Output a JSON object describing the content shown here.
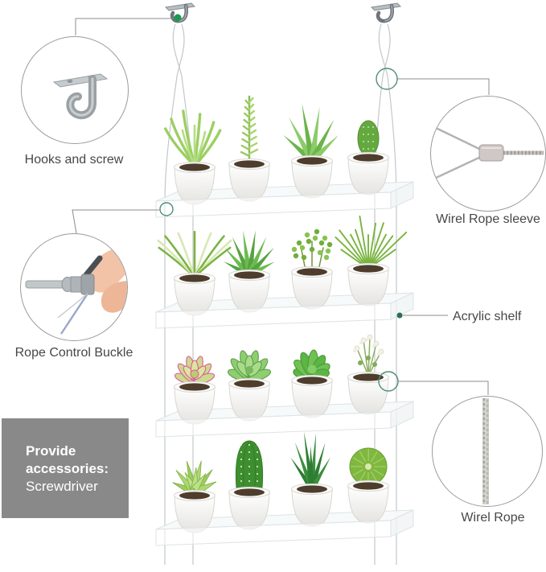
{
  "product": {
    "name": "hanging acrylic plant shelf, 4 tiers, 16 potted succulents",
    "tiers": [
      {
        "plants": [
          "feather-succulent",
          "pine-succulent",
          "aloe",
          "small-cactus"
        ]
      },
      {
        "plants": [
          "spider-plant",
          "agave-rosette",
          "thyme-bush",
          "spiky-grass"
        ]
      },
      {
        "plants": [
          "pink-echeveria",
          "green-echeveria",
          "flat-succulent",
          "sedum-flowers"
        ]
      },
      {
        "plants": [
          "green-rosette",
          "barrel-cactus",
          "dark-aloe",
          "golden-barrel-cactus"
        ]
      }
    ]
  },
  "callouts": {
    "hooks": {
      "label": "Hooks and screw",
      "icon": "j-hook-icon"
    },
    "sleeve": {
      "label": "Wirel Rope sleeve",
      "icon": "wire-rope-sleeve-icon"
    },
    "buckle": {
      "label": "Rope Control Buckle",
      "icon": "rope-control-buckle-icon"
    },
    "shelf": {
      "label": "Acrylic shelf"
    },
    "rope": {
      "label": "Wirel Rope",
      "icon": "wire-rope-icon"
    }
  },
  "accessory_box": {
    "heading_line1": "Provide",
    "heading_line2": "accessories:",
    "item": "Screwdriver"
  },
  "colors": {
    "accent_green": "#179b4e",
    "marker_ring": "#4f8d7b",
    "shelf_dot": "#2a6e52",
    "connector_line": "#8c8c8c",
    "circle_border": "#9b9b9b",
    "label_color": "#474747",
    "box_bg": "#898989",
    "box_text": "#ffffff",
    "wire": "#c3c7c9",
    "shelf_edge": "#dde3e5"
  }
}
